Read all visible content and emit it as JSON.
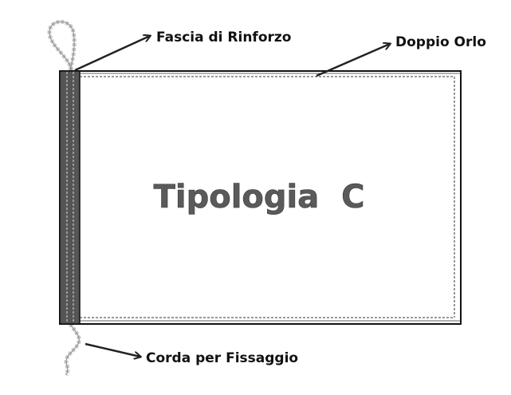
{
  "title": "Tipologia  C",
  "labels": {
    "reinforcement": "Fascia di Rinforzo",
    "double_hem": "Doppio Orlo",
    "cord": "Corda per Fissaggio"
  },
  "colors": {
    "flag_body": "#ffffff",
    "reinforcement_band": "#555555",
    "outline": "#111111",
    "title_text": "#5a5a5a",
    "cord": "#c8c8c8"
  },
  "icons": {
    "top_cord": "rope-loop-icon",
    "bottom_cord": "rope-end-icon"
  }
}
